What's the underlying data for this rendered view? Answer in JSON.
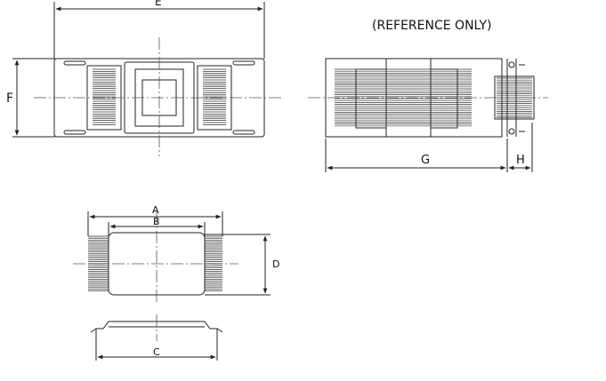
{
  "note": "(REFERENCE ONLY)",
  "dimensions": {
    "E": "E",
    "F": "F",
    "G": "G",
    "H": "H",
    "A": "A",
    "B": "B",
    "C": "C",
    "D": "D"
  },
  "colors": {
    "line": "#222222",
    "centerline": "#555555",
    "fill": "#ffffff"
  }
}
